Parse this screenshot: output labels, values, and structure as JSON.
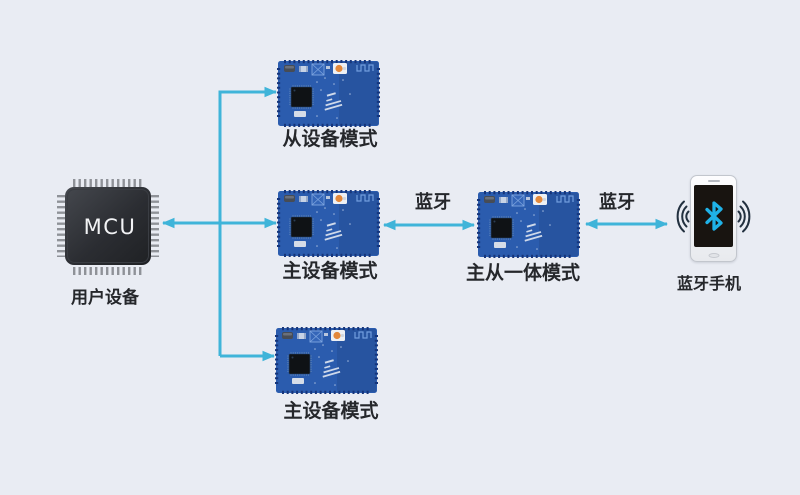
{
  "diagram": {
    "mcu": {
      "chip_label": "MCU",
      "device_label": "用户设备"
    },
    "modules": [
      {
        "id": "slave-mode",
        "label": "从设备模式"
      },
      {
        "id": "master-mode",
        "label": "主设备模式"
      },
      {
        "id": "combo-mode",
        "label": "主从一体模式"
      },
      {
        "id": "master-mode-2",
        "label": "主设备模式"
      }
    ],
    "phone": {
      "label": "蓝牙手机"
    },
    "links": [
      {
        "id": "master-to-combo",
        "label": "蓝牙"
      },
      {
        "id": "combo-to-phone",
        "label": "蓝牙"
      }
    ]
  },
  "icons": {
    "mcu": "mcu-chip-icon",
    "module": "ble-module-pcb-icon",
    "phone": "smartphone-icon",
    "bluetooth": "bluetooth-icon",
    "waves": "signal-waves-icon",
    "arrow": "arrow-connector"
  },
  "colors": {
    "background": "#e9ecf3",
    "arrow": "#3fb4d9",
    "pcb_blue": "#2b5cae",
    "pcb_edge": "#16357a",
    "mcu_dark": "#26282c",
    "bluetooth_cyan": "#1fb2e8",
    "wave_dark": "#22303f",
    "label_text": "#25272b"
  }
}
